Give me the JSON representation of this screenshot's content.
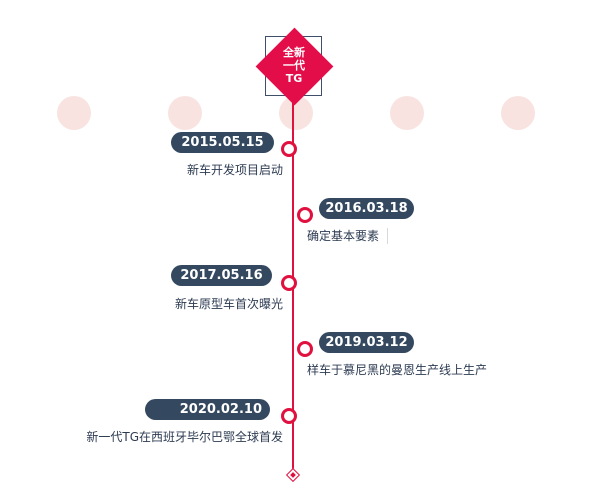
{
  "header": {
    "line1": "全新",
    "line2": "一代",
    "line3": "TG"
  },
  "colors": {
    "accent": "#e30e49",
    "pill": "#344960",
    "text": "#2d3b52",
    "dot_bg": "#f8e3e0"
  },
  "events": [
    {
      "date": "2015.05.15",
      "text": "新车开发项目启动"
    },
    {
      "date": "2016.03.18",
      "text": "确定基本要素"
    },
    {
      "date": "2017.05.16",
      "text": "新车原型车首次曝光"
    },
    {
      "date": "2019.03.12",
      "text": "样车于慕尼黑的曼恩生产线上生产"
    },
    {
      "date": "2020.02.10",
      "text": "新一代TG在西班牙毕尔巴鄂全球首发"
    }
  ]
}
